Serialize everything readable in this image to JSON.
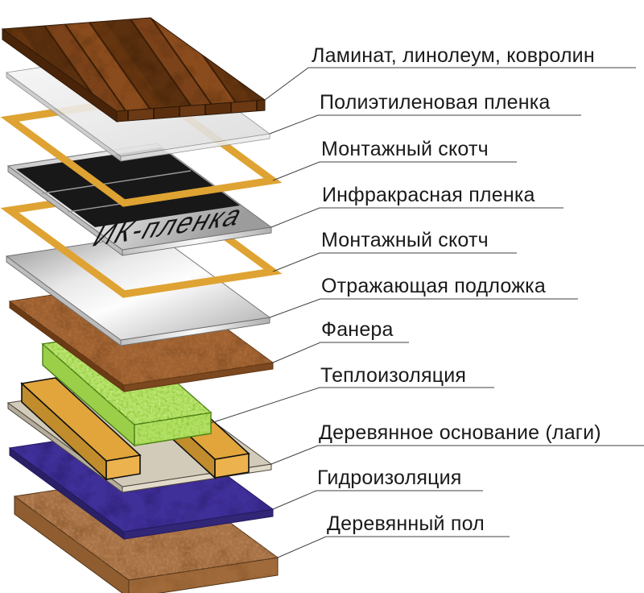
{
  "diagram": {
    "description": "Exploded stack of infrared floor heating installation layers",
    "layers": [
      {
        "id": "laminate",
        "label": "Ламинат, линолеум, ковролин"
      },
      {
        "id": "poly-film",
        "label": "Полиэтиленовая пленка"
      },
      {
        "id": "tape-top",
        "label": "Монтажный скотч"
      },
      {
        "id": "ir-film",
        "label": "Инфракрасная пленка"
      },
      {
        "id": "tape-bottom",
        "label": "Монтажный скотч"
      },
      {
        "id": "reflective",
        "label": "Отражающая подложка"
      },
      {
        "id": "plywood",
        "label": "Фанера"
      },
      {
        "id": "insulation",
        "label": "Теплоизоляция"
      },
      {
        "id": "joists",
        "label": "Деревянное основание (лаги)"
      },
      {
        "id": "waterproof",
        "label": "Гидроизоляция"
      },
      {
        "id": "wood-floor",
        "label": "Деревянный пол"
      }
    ],
    "ir_film_text": "ИК-пленка",
    "colors": {
      "tape": "#dfa333",
      "insulation": "#b3e064",
      "waterproof": "#3f2f98",
      "joist": "#e2a53b",
      "plywood": "#a06232",
      "floor": "#a87347",
      "board": "#d3cbba",
      "label_text": "#1a1a1a",
      "background": "#ffffff"
    }
  }
}
